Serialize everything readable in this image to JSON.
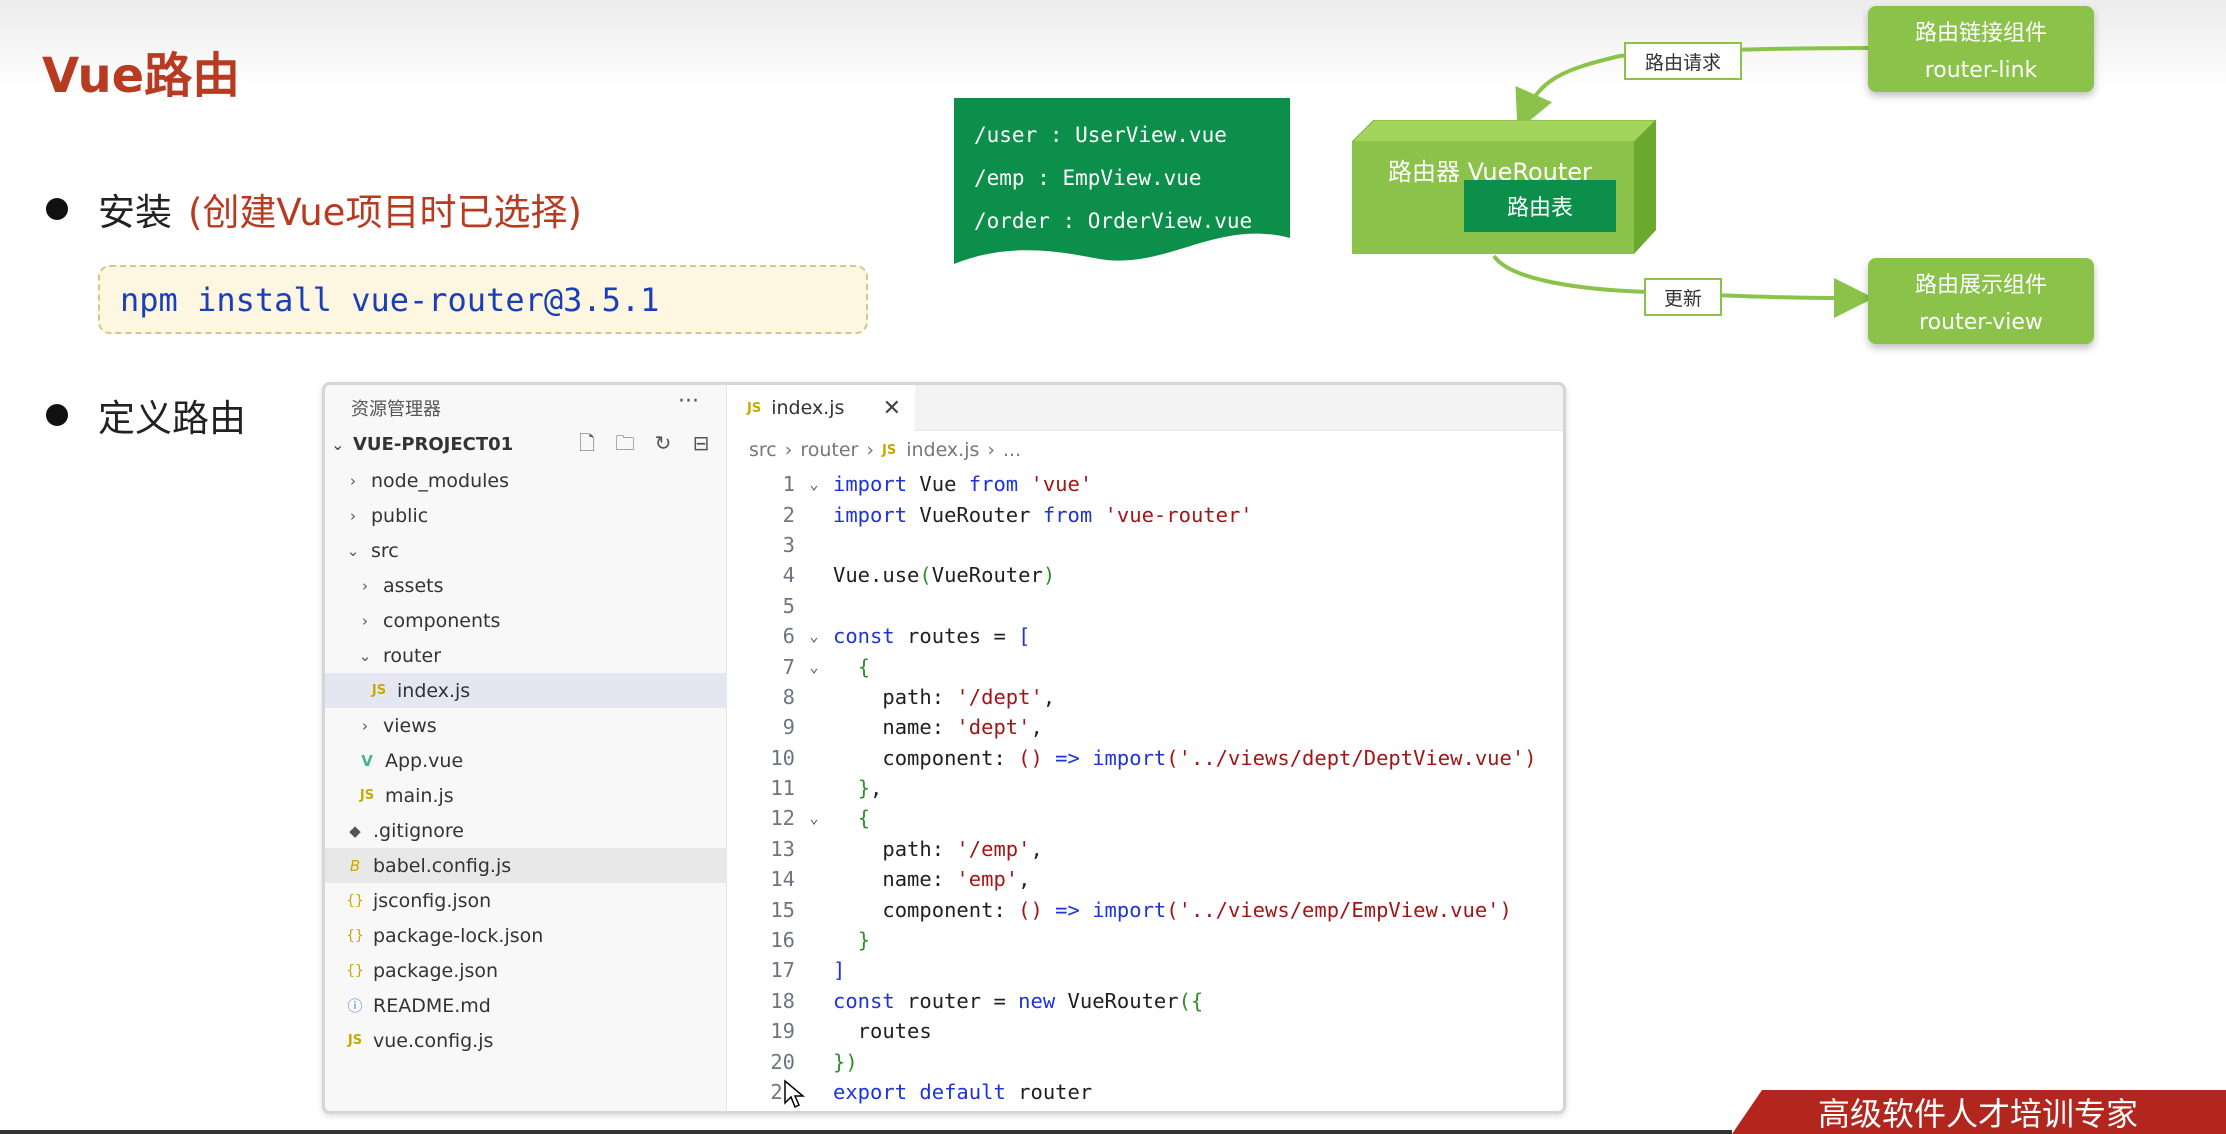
{
  "slide": {
    "title": "Vue路由",
    "bullets": [
      {
        "label": "安装",
        "note": "(创建Vue项目时已选择)"
      },
      {
        "label": "定义路由"
      }
    ],
    "npm_command": "npm install vue-router@3.5.1",
    "brand_banner": "高级软件人才培训专家"
  },
  "diagram": {
    "route_table": [
      "/user : UserView.vue",
      "/emp : EmpView.vue",
      "/order : OrderView.vue"
    ],
    "router_box_title": "路由器 VueRouter",
    "router_table_label": "路由表",
    "link_component": {
      "title": "路由链接组件",
      "name": "router-link"
    },
    "view_component": {
      "title": "路由展示组件",
      "name": "router-view"
    },
    "request_label": "路由请求",
    "update_label": "更新",
    "colors": {
      "green": "#8bc34a",
      "dark_green": "#0c8f4a",
      "accent_red": "#b83a21"
    }
  },
  "explorer": {
    "header": "资源管理器",
    "more": "···",
    "project": "VUE-PROJECT01",
    "tree": [
      {
        "label": "node_modules",
        "icon": "chevron-right-icon",
        "glyph": "›"
      },
      {
        "label": "public",
        "icon": "chevron-right-icon",
        "glyph": "›"
      },
      {
        "label": "src",
        "icon": "chevron-down-icon",
        "glyph": "⌄"
      },
      {
        "label": "assets",
        "icon": "chevron-right-icon",
        "glyph": "›"
      },
      {
        "label": "components",
        "icon": "chevron-right-icon",
        "glyph": "›"
      },
      {
        "label": "router",
        "icon": "chevron-down-icon",
        "glyph": "⌄"
      },
      {
        "label": "index.js",
        "icon": "js-file-icon",
        "glyph": "JS"
      },
      {
        "label": "views",
        "icon": "chevron-right-icon",
        "glyph": "›"
      },
      {
        "label": "App.vue",
        "icon": "vue-file-icon",
        "glyph": "V"
      },
      {
        "label": "main.js",
        "icon": "js-file-icon",
        "glyph": "JS"
      },
      {
        "label": ".gitignore",
        "icon": "git-file-icon",
        "glyph": "◆"
      },
      {
        "label": "babel.config.js",
        "icon": "babel-file-icon",
        "glyph": "B"
      },
      {
        "label": "jsconfig.json",
        "icon": "json-file-icon",
        "glyph": "{}"
      },
      {
        "label": "package-lock.json",
        "icon": "json-file-icon",
        "glyph": "{}"
      },
      {
        "label": "package.json",
        "icon": "json-file-icon",
        "glyph": "{}"
      },
      {
        "label": "README.md",
        "icon": "info-file-icon",
        "glyph": "ⓘ"
      },
      {
        "label": "vue.config.js",
        "icon": "js-file-icon",
        "glyph": "JS"
      }
    ]
  },
  "editor": {
    "tab_label": "index.js",
    "tab_icon": "JS",
    "breadcrumb": [
      "src",
      "router",
      "index.js",
      "..."
    ],
    "lines": [
      {
        "n": "1",
        "fold": true,
        "tokens": [
          [
            "k",
            "import"
          ],
          [
            "t",
            " Vue "
          ],
          [
            "k",
            "from"
          ],
          [
            "t",
            " "
          ],
          [
            "s",
            "'vue'"
          ]
        ]
      },
      {
        "n": "2",
        "fold": false,
        "tokens": [
          [
            "k",
            "import"
          ],
          [
            "t",
            " VueRouter "
          ],
          [
            "k",
            "from"
          ],
          [
            "t",
            " "
          ],
          [
            "s",
            "'vue-router'"
          ]
        ]
      },
      {
        "n": "3",
        "fold": false,
        "tokens": []
      },
      {
        "n": "4",
        "fold": false,
        "tokens": [
          [
            "t",
            "Vue.use"
          ],
          [
            "b",
            "("
          ],
          [
            "t",
            "VueRouter"
          ],
          [
            "b",
            ")"
          ]
        ]
      },
      {
        "n": "5",
        "fold": false,
        "tokens": []
      },
      {
        "n": "6",
        "fold": true,
        "tokens": [
          [
            "k",
            "const"
          ],
          [
            "t",
            " routes = "
          ],
          [
            "k",
            "["
          ]
        ]
      },
      {
        "n": "7",
        "fold": true,
        "tokens": [
          [
            "t",
            "  "
          ],
          [
            "b",
            "{"
          ]
        ]
      },
      {
        "n": "8",
        "fold": false,
        "tokens": [
          [
            "t",
            "    path: "
          ],
          [
            "s",
            "'/dept'"
          ],
          [
            "t",
            ","
          ]
        ]
      },
      {
        "n": "9",
        "fold": false,
        "tokens": [
          [
            "t",
            "    name: "
          ],
          [
            "s",
            "'dept'"
          ],
          [
            "t",
            ","
          ]
        ]
      },
      {
        "n": "10",
        "fold": false,
        "tokens": [
          [
            "t",
            "    component: "
          ],
          [
            "s",
            "()"
          ],
          [
            "t",
            " "
          ],
          [
            "k",
            "=>"
          ],
          [
            "t",
            " "
          ],
          [
            "k",
            "import"
          ],
          [
            "s",
            "("
          ],
          [
            "s",
            "'../views/dept/DeptView.vue'"
          ],
          [
            "s",
            ")"
          ]
        ]
      },
      {
        "n": "11",
        "fold": false,
        "tokens": [
          [
            "t",
            "  "
          ],
          [
            "b",
            "}"
          ],
          [
            "t",
            ","
          ]
        ]
      },
      {
        "n": "12",
        "fold": true,
        "tokens": [
          [
            "t",
            "  "
          ],
          [
            "b",
            "{"
          ]
        ]
      },
      {
        "n": "13",
        "fold": false,
        "tokens": [
          [
            "t",
            "    path: "
          ],
          [
            "s",
            "'/emp'"
          ],
          [
            "t",
            ","
          ]
        ]
      },
      {
        "n": "14",
        "fold": false,
        "tokens": [
          [
            "t",
            "    name: "
          ],
          [
            "s",
            "'emp'"
          ],
          [
            "t",
            ","
          ]
        ]
      },
      {
        "n": "15",
        "fold": false,
        "tokens": [
          [
            "t",
            "    component: "
          ],
          [
            "s",
            "()"
          ],
          [
            "t",
            " "
          ],
          [
            "k",
            "=>"
          ],
          [
            "t",
            " "
          ],
          [
            "k",
            "import"
          ],
          [
            "s",
            "("
          ],
          [
            "s",
            "'../views/emp/EmpView.vue'"
          ],
          [
            "s",
            ")"
          ]
        ]
      },
      {
        "n": "16",
        "fold": false,
        "tokens": [
          [
            "t",
            "  "
          ],
          [
            "b",
            "}"
          ]
        ]
      },
      {
        "n": "17",
        "fold": false,
        "tokens": [
          [
            "k",
            "]"
          ]
        ]
      },
      {
        "n": "18",
        "fold": false,
        "tokens": [
          [
            "k",
            "const"
          ],
          [
            "t",
            " router = "
          ],
          [
            "k",
            "new"
          ],
          [
            "t",
            " VueRouter"
          ],
          [
            "b",
            "({"
          ]
        ]
      },
      {
        "n": "19",
        "fold": false,
        "tokens": [
          [
            "t",
            "  routes"
          ]
        ]
      },
      {
        "n": "20",
        "fold": false,
        "tokens": [
          [
            "b",
            "})"
          ]
        ]
      },
      {
        "n": "21",
        "fold": false,
        "tokens": [
          [
            "k",
            "export"
          ],
          [
            "t",
            " "
          ],
          [
            "k",
            "default"
          ],
          [
            "t",
            " router"
          ]
        ]
      }
    ]
  }
}
